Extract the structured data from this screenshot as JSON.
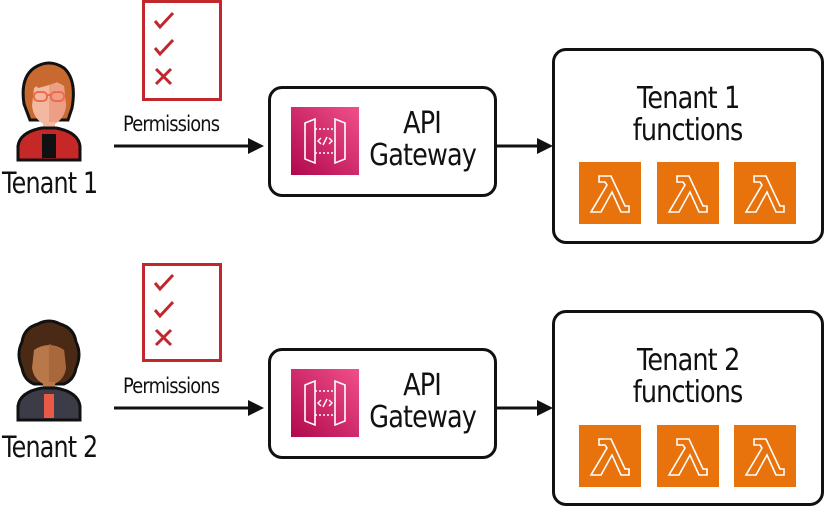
{
  "rows": [
    {
      "tenant": {
        "label": "Tenant 1",
        "avatar": "tenant-1-avatar",
        "hair_color": "#c8692f",
        "shirt_color": "#c62828",
        "skin_color": "#f2b8a0"
      },
      "permissions": {
        "label": "Permissions",
        "items": [
          "check",
          "check",
          "cross"
        ]
      },
      "gateway": {
        "line1": "API",
        "line2": "Gateway"
      },
      "functions": {
        "line1": "Tenant 1",
        "line2": "functions",
        "count": 3
      }
    },
    {
      "tenant": {
        "label": "Tenant 2",
        "avatar": "tenant-2-avatar",
        "hair_color": "#4a2a14",
        "shirt_color": "#3c3c48",
        "skin_color": "#b9784a"
      },
      "permissions": {
        "label": "Permissions",
        "items": [
          "check",
          "check",
          "cross"
        ]
      },
      "gateway": {
        "line1": "API",
        "line2": "Gateway"
      },
      "functions": {
        "line1": "Tenant 2",
        "line2": "functions",
        "count": 3
      }
    }
  ],
  "colors": {
    "permission_red": "#c1272d",
    "lambda_orange": "#e8730c",
    "gateway_pink_light": "#f0508a",
    "gateway_pink_dark": "#b0084d",
    "stroke": "#111111"
  }
}
